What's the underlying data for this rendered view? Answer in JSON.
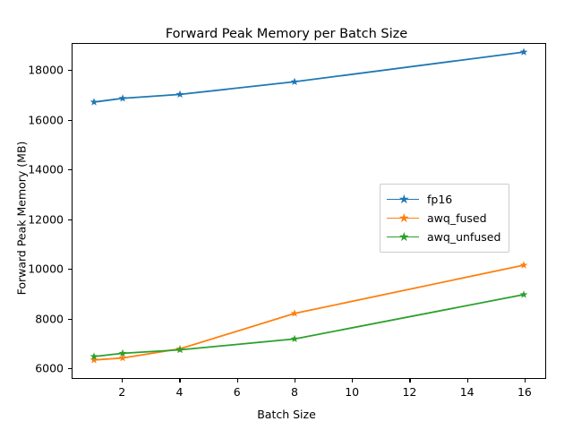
{
  "chart_data": {
    "type": "line",
    "title": "Forward Peak Memory per Batch Size",
    "xlabel": "Batch Size",
    "ylabel": "Forward Peak Memory (MB)",
    "x": [
      1,
      2,
      4,
      8,
      16
    ],
    "xlim": [
      0.25,
      16.75
    ],
    "ylim": [
      5580,
      19080
    ],
    "xticks": [
      2,
      4,
      6,
      8,
      10,
      12,
      14,
      16
    ],
    "xticklabels": [
      "2",
      "4",
      "6",
      "8",
      "10",
      "12",
      "14",
      "16"
    ],
    "yticks": [
      6000,
      8000,
      10000,
      12000,
      14000,
      16000,
      18000
    ],
    "yticklabels": [
      "6000",
      "8000",
      "10000",
      "12000",
      "14000",
      "16000",
      "18000"
    ],
    "grid": false,
    "legend_position": "center right",
    "marker": "star",
    "series": [
      {
        "name": "fp16",
        "color": "#1f77b4",
        "values": [
          16730,
          16880,
          17040,
          17550,
          18750
        ]
      },
      {
        "name": "awq_fused",
        "color": "#ff7f0e",
        "values": [
          6310,
          6390,
          6760,
          8190,
          10140
        ]
      },
      {
        "name": "awq_unfused",
        "color": "#2ca02c",
        "values": [
          6450,
          6580,
          6720,
          7160,
          8950
        ]
      }
    ]
  }
}
